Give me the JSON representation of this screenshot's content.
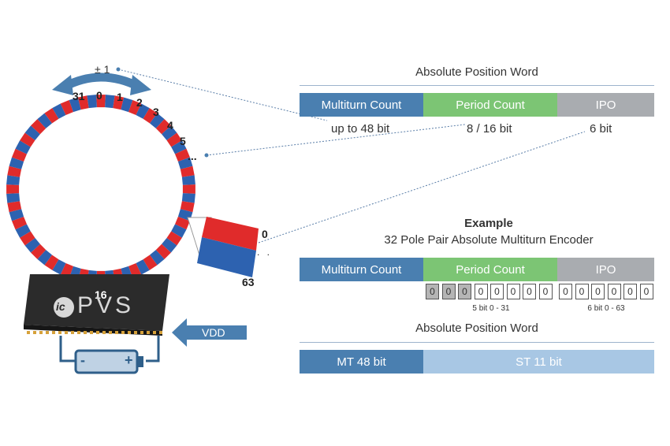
{
  "top_word": {
    "title": "Absolute Position Word",
    "segments": [
      {
        "label": "Multiturn Count",
        "size": "up to 48 bit"
      },
      {
        "label": "Period Count",
        "size": "8 / 16 bit"
      },
      {
        "label": "IPO",
        "size": "6 bit"
      }
    ]
  },
  "example": {
    "heading": "Example",
    "subtitle": "32 Pole Pair Absolute Multiturn Encoder",
    "segments": [
      "Multiturn Count",
      "Period Count",
      "IPO"
    ],
    "period_bits": [
      "0",
      "0",
      "0",
      "0",
      "0",
      "0",
      "0",
      "0"
    ],
    "period_bits_highlighted": 3,
    "period_caption": "5 bit 0 - 31",
    "ipo_bits": [
      "0",
      "0",
      "0",
      "0",
      "0",
      "0"
    ],
    "ipo_caption": "6 bit 0 - 63"
  },
  "bottom_word": {
    "title": "Absolute Position Word",
    "mt_label": "MT 48 bit",
    "st_label": "ST 11 bit"
  },
  "ring": {
    "arrow_label": "± 1",
    "ticks": [
      "31",
      "0",
      "1",
      "2",
      "3",
      "4",
      "5",
      "..."
    ],
    "bottom_label": "16",
    "segments": 64
  },
  "zoom": {
    "top_label": "0",
    "dots": ". .",
    "bottom_label": "63"
  },
  "chip": {
    "brand_prefix": "ic",
    "brand": "PVS"
  },
  "power": {
    "label": "VDD",
    "battery_minus": "-",
    "battery_plus": "+"
  },
  "colors": {
    "multiturn": "#4a7fb0",
    "period": "#7cc574",
    "ipo": "#a9acb0",
    "mt_bar": "#4a7fb0",
    "st_bar": "#a8c7e4",
    "ring_red": "#e02b2b",
    "ring_blue": "#2d62b0",
    "arrow": "#4a7fb0"
  }
}
